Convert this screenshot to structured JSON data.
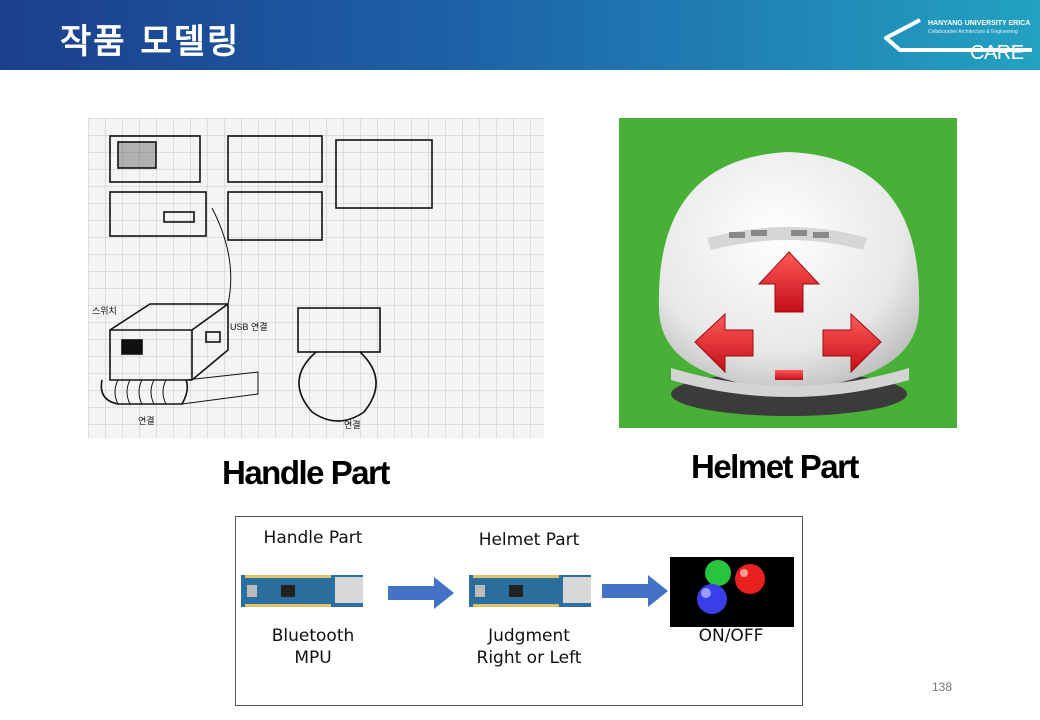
{
  "header": {
    "title": "작품 모델링",
    "logo": {
      "university": "HANYANG UNIVERSITY ERICA",
      "subtitle": "Collaborative Architecture & Engineering",
      "name": "CARE"
    }
  },
  "images": {
    "handle": {
      "caption": "Handle Part",
      "sketch_labels": [
        "USB 연결",
        "스위치",
        "연결",
        "연결"
      ]
    },
    "helmet": {
      "caption": "Helmet Part"
    }
  },
  "flow": {
    "steps": [
      {
        "title": "Handle Part",
        "desc_line1": "Bluetooth",
        "desc_line2": "MPU"
      },
      {
        "title": "Helmet Part",
        "desc_line1": "Judgment",
        "desc_line2": "Right or Left"
      },
      {
        "title": "",
        "desc_line1": "ON/OFF",
        "desc_line2": ""
      }
    ],
    "arrow_color": "#4472c4"
  },
  "page_number": "138",
  "colors": {
    "header_start": "#1c3f8c",
    "header_end": "#23a2c2",
    "helmet_bg": "#48b037",
    "arrow_red": "#e0242b"
  }
}
